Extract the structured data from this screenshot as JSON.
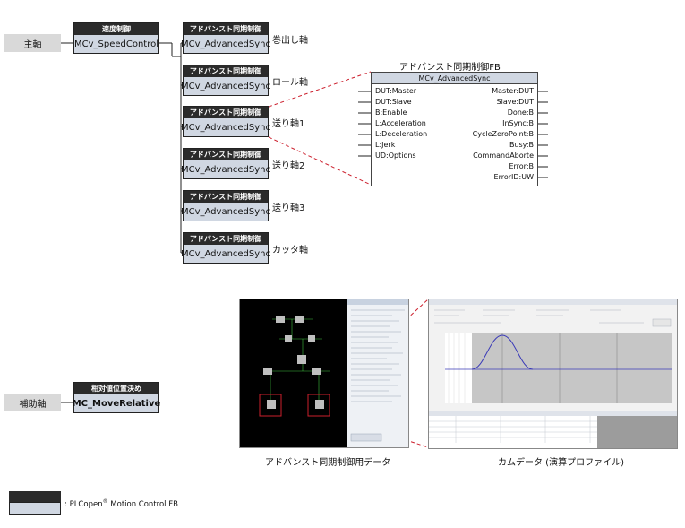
{
  "axes": {
    "main_label": "主軸",
    "aux_label": "補助軸"
  },
  "speed_fb": {
    "header": "速度制御",
    "body": "MCv_SpeedControl"
  },
  "sync_fbs": [
    {
      "header": "アドバンスト同期制御",
      "body": "MCv_AdvancedSync",
      "label": "巻出し軸"
    },
    {
      "header": "アドバンスト同期制御",
      "body": "MCv_AdvancedSync",
      "label": "ロール軸"
    },
    {
      "header": "アドバンスト同期制御",
      "body": "MCv_AdvancedSync",
      "label": "送り軸1"
    },
    {
      "header": "アドバンスト同期制御",
      "body": "MCv_AdvancedSync",
      "label": "送り軸2"
    },
    {
      "header": "アドバンスト同期制御",
      "body": "MCv_AdvancedSync",
      "label": "送り軸3"
    },
    {
      "header": "アドバンスト同期制御",
      "body": "MCv_AdvancedSync",
      "label": "カッタ軸"
    }
  ],
  "detail_fb": {
    "title": "アドバンスト同期制御FB",
    "name": "MCv_AdvancedSync",
    "inputs": [
      "DUT:Master",
      "DUT:Slave",
      "B:Enable",
      "L:Acceleration",
      "L:Deceleration",
      "L:Jerk",
      "UD:Options"
    ],
    "outputs": [
      "Master:DUT",
      "Slave:DUT",
      "Done:B",
      "InSync:B",
      "CycleZeroPoint:B",
      "Busy:B",
      "CommandAborte",
      "Error:B",
      "ErrorID:UW"
    ]
  },
  "relative_fb": {
    "header": "相対値位置決め",
    "body": "MC_MoveRelative"
  },
  "captions": {
    "sync_data": "アドバンスト同期制御用データ",
    "cam_data": "カムデータ (演算プロファイル)"
  },
  "legend": {
    "text_prefix": ": PLCopen",
    "text_reg": "®",
    "text_suffix": " Motion Control  FB"
  },
  "colors": {
    "fb_header": "#2b2b2b",
    "fb_body": "#d0d7e2",
    "connector_red": "#cc1f2d",
    "cam_curve": "#3a3ab8"
  }
}
